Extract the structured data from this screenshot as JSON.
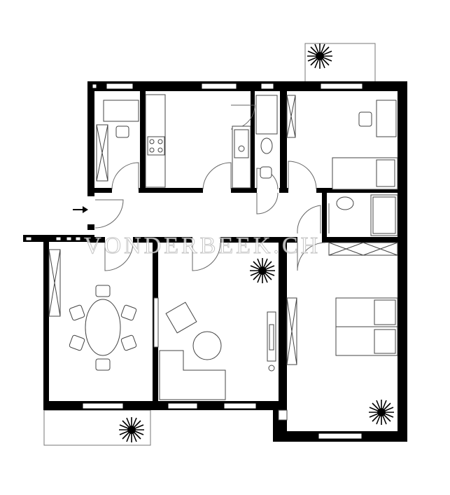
{
  "plan": {
    "watermark": "VONDERBEEK.CH",
    "colors": {
      "wall": "#000000",
      "background": "#ffffff",
      "line": "#555555"
    },
    "rooms": [
      "entrance-hall",
      "storage-room",
      "kitchen",
      "wc",
      "bedroom-top-right",
      "bathroom",
      "dining-room",
      "living-room",
      "bedroom",
      "balcony-top",
      "balcony-bottom"
    ]
  }
}
